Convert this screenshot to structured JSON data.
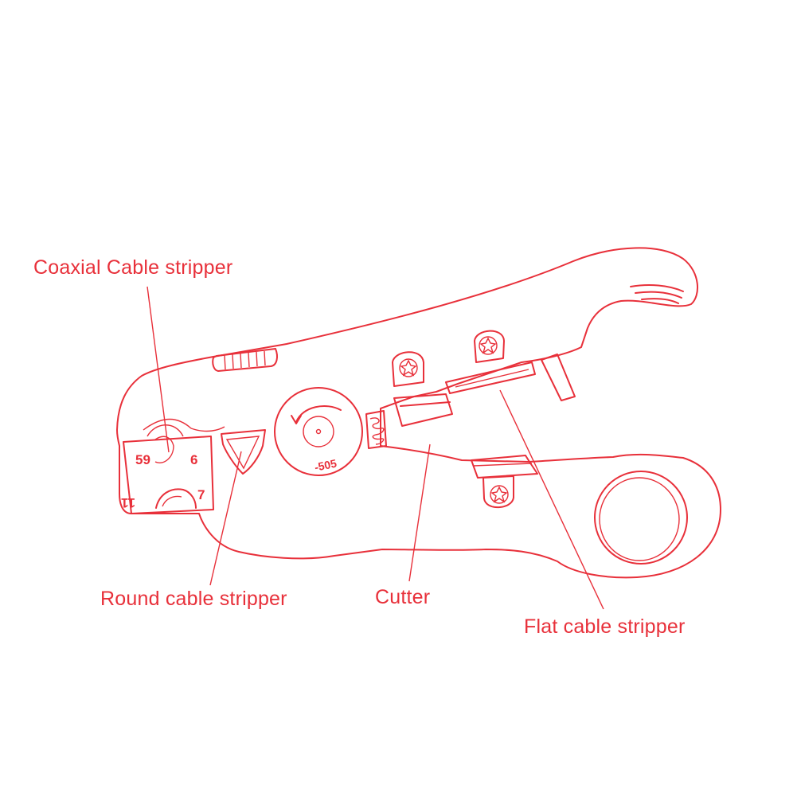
{
  "labels": {
    "coaxial": "Coaxial Cable stripper",
    "round": "Round cable stripper",
    "cutter": "Cutter",
    "flat": "Flat cable stripper"
  },
  "markings": {
    "top_left": "59",
    "top_right": "6",
    "bottom_left": "11",
    "bottom_right": "7",
    "dial": "-505"
  },
  "colors": {
    "line": "#e8303a",
    "background": "#ffffff"
  }
}
